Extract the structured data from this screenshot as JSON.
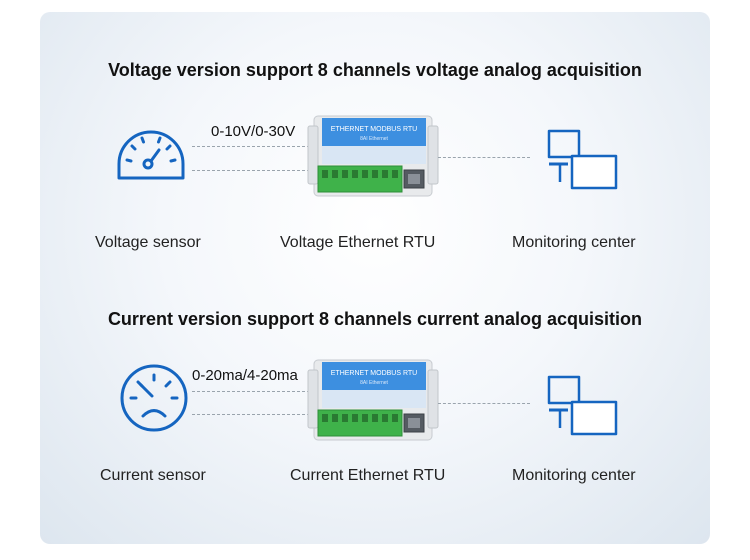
{
  "voltage": {
    "title": "Voltage version support 8 channels voltage analog acquisition",
    "range": "0-10V/0-30V",
    "sensor_label": "Voltage sensor",
    "rtu_label": "Voltage Ethernet RTU",
    "center_label": "Monitoring center",
    "sensor_icon": "speedometer-icon",
    "center_icon": "monitoring-screens-icon"
  },
  "current": {
    "title": "Current version support 8 channels current analog acquisition",
    "range": "0-20ma/4-20ma",
    "sensor_label": "Current sensor",
    "rtu_label": "Current Ethernet RTU",
    "center_label": "Monitoring center",
    "sensor_icon": "gauge-face-icon",
    "center_icon": "monitoring-screens-icon"
  },
  "device": {
    "header_text": "ETHERNET MODBUS RTU",
    "sub_text": "8AI Ethernet"
  },
  "colors": {
    "icon_blue": "#1565c0",
    "device_body": "#e8eaec",
    "device_panel": "#3d8fe0",
    "terminal_green": "#3fb24a"
  }
}
